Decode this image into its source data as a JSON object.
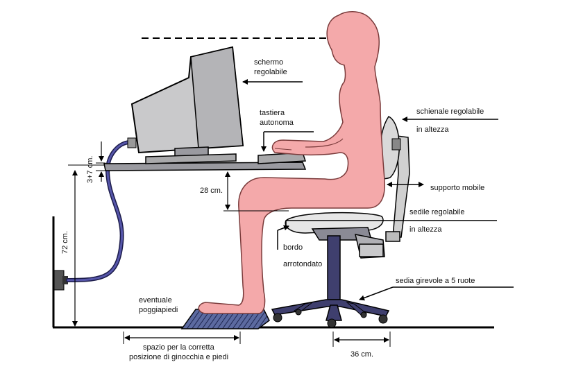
{
  "labels": {
    "schermo_1": "schermo",
    "schermo_2": "regolabile",
    "tastiera_1": "tastiera",
    "tastiera_2": "autonoma",
    "schienale_1": "schienale regolabile",
    "schienale_2": "in altezza",
    "supporto": "supporto mobile",
    "sedile_1": "sedile regolabile",
    "sedile_2": "in altezza",
    "bordo_1": "bordo",
    "bordo_2": "arrotondato",
    "sedia": "sedia girevole a 5 ruote",
    "poggiapiedi_1": "eventuale",
    "poggiapiedi_2": "poggiapiedi",
    "spazio_1": "spazio per la corretta",
    "spazio_2": "posizione di ginocchia e piedi"
  },
  "measures": {
    "desk_thickness": "3+7 cm.",
    "desk_height": "72 cm.",
    "thigh_clearance": "28 cm.",
    "chair_base": "36 cm."
  },
  "colors": {
    "skin": "#f4a9aa",
    "skin_stroke": "#7a3b3b",
    "monitor": "#c9c9cb",
    "monitor_dark": "#a9a9ab",
    "chair_metal": "#3f3f6e",
    "chair_seat": "#e6e6e6",
    "cable": "#4b4b99",
    "footrest": "#3e4a7a",
    "line": "#000000"
  }
}
